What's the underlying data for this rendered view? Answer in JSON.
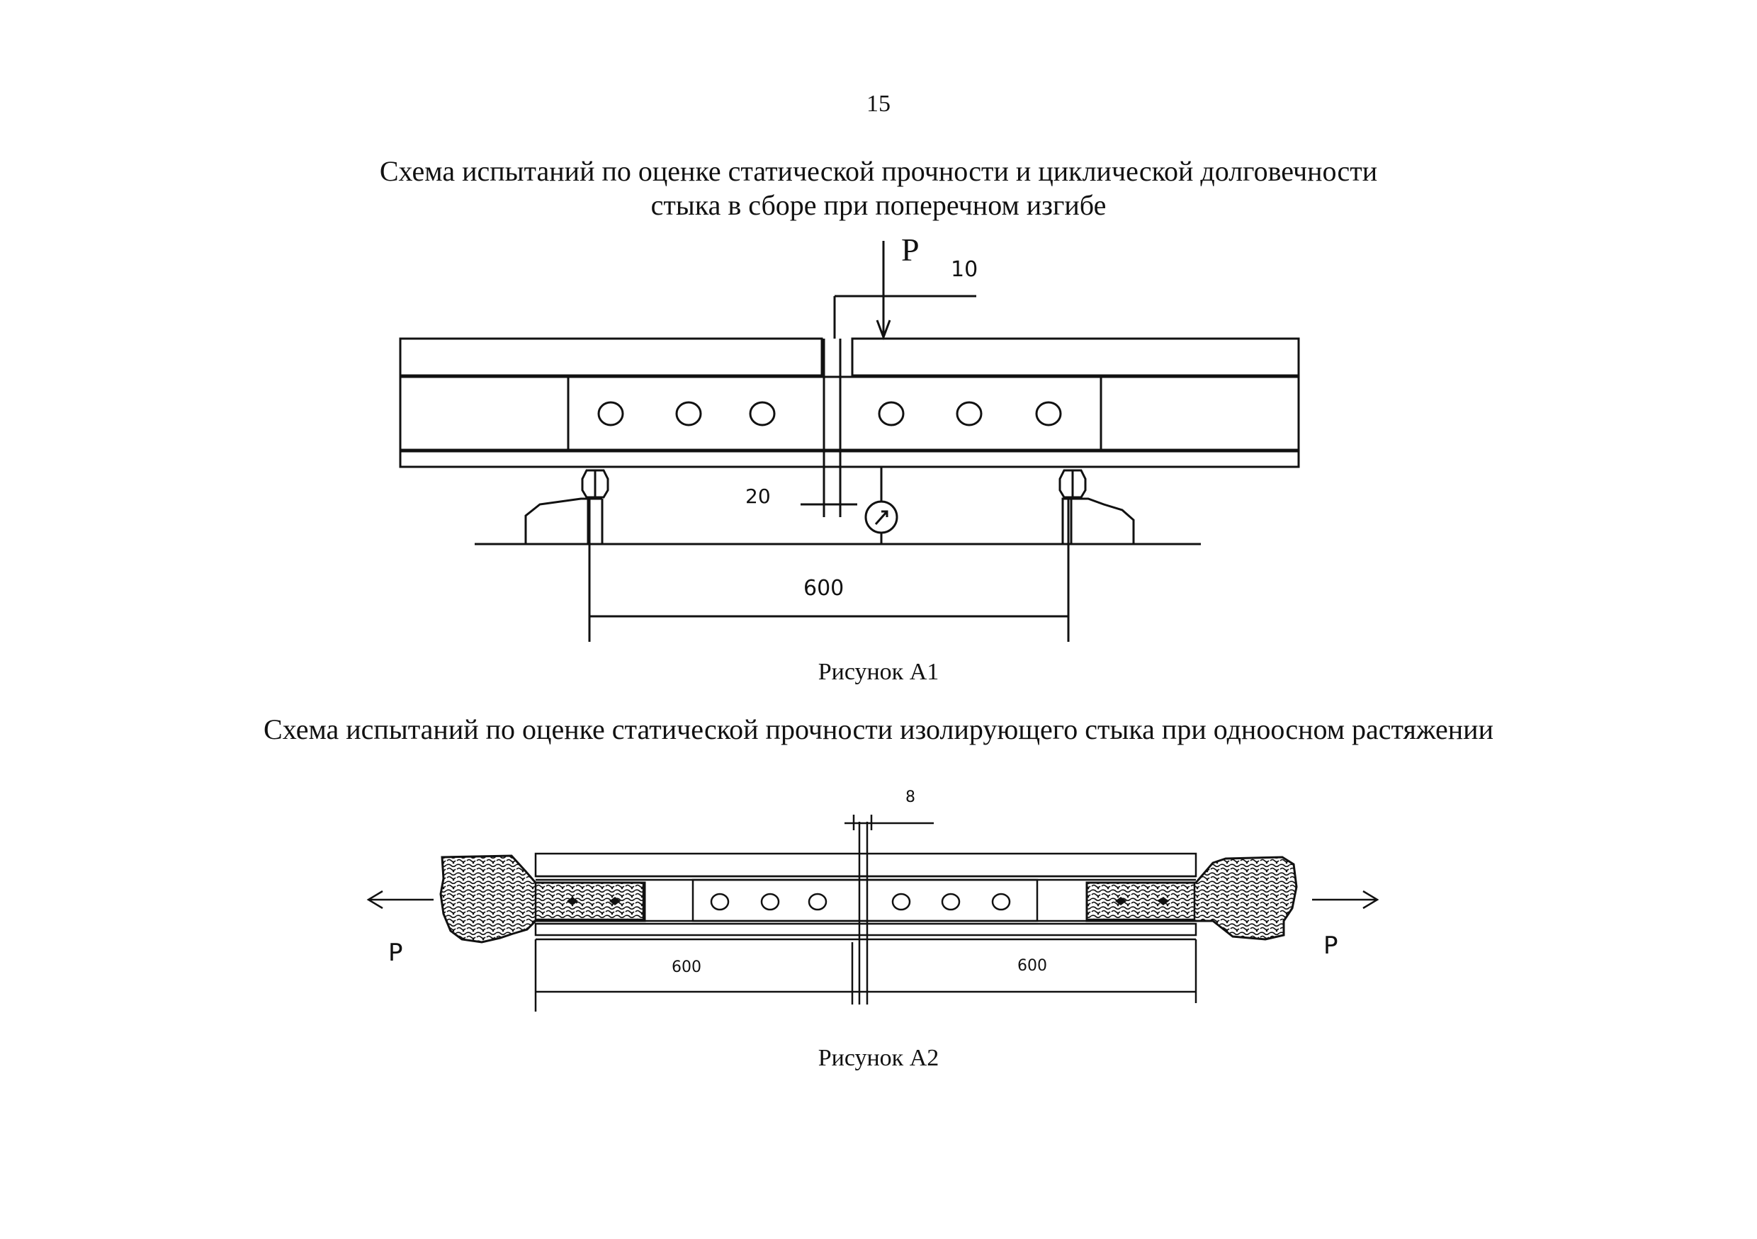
{
  "page": {
    "number": "15"
  },
  "figure1": {
    "title_line1": "Схема испытаний по оценке статической прочности и циклической долговечности",
    "title_line2": "стыка в сборе при поперечном изгибе",
    "load_label": "P",
    "offset_dim": "10",
    "gap_dim": "20",
    "span_dim": "600",
    "caption": "Рисунок А1",
    "bolt_holes": 6
  },
  "figure2": {
    "title": "Схема испытаний по оценке статической прочности изолирующего стыка при одноосном растяжении",
    "gap_dim": "8",
    "left_force_label": "P",
    "right_force_label": "P",
    "left_length_dim": "600",
    "right_length_dim": "600",
    "caption": "Рисунок А2",
    "bolt_holes": 6
  },
  "colors": {
    "ink": "#111111",
    "paper": "#ffffff"
  }
}
